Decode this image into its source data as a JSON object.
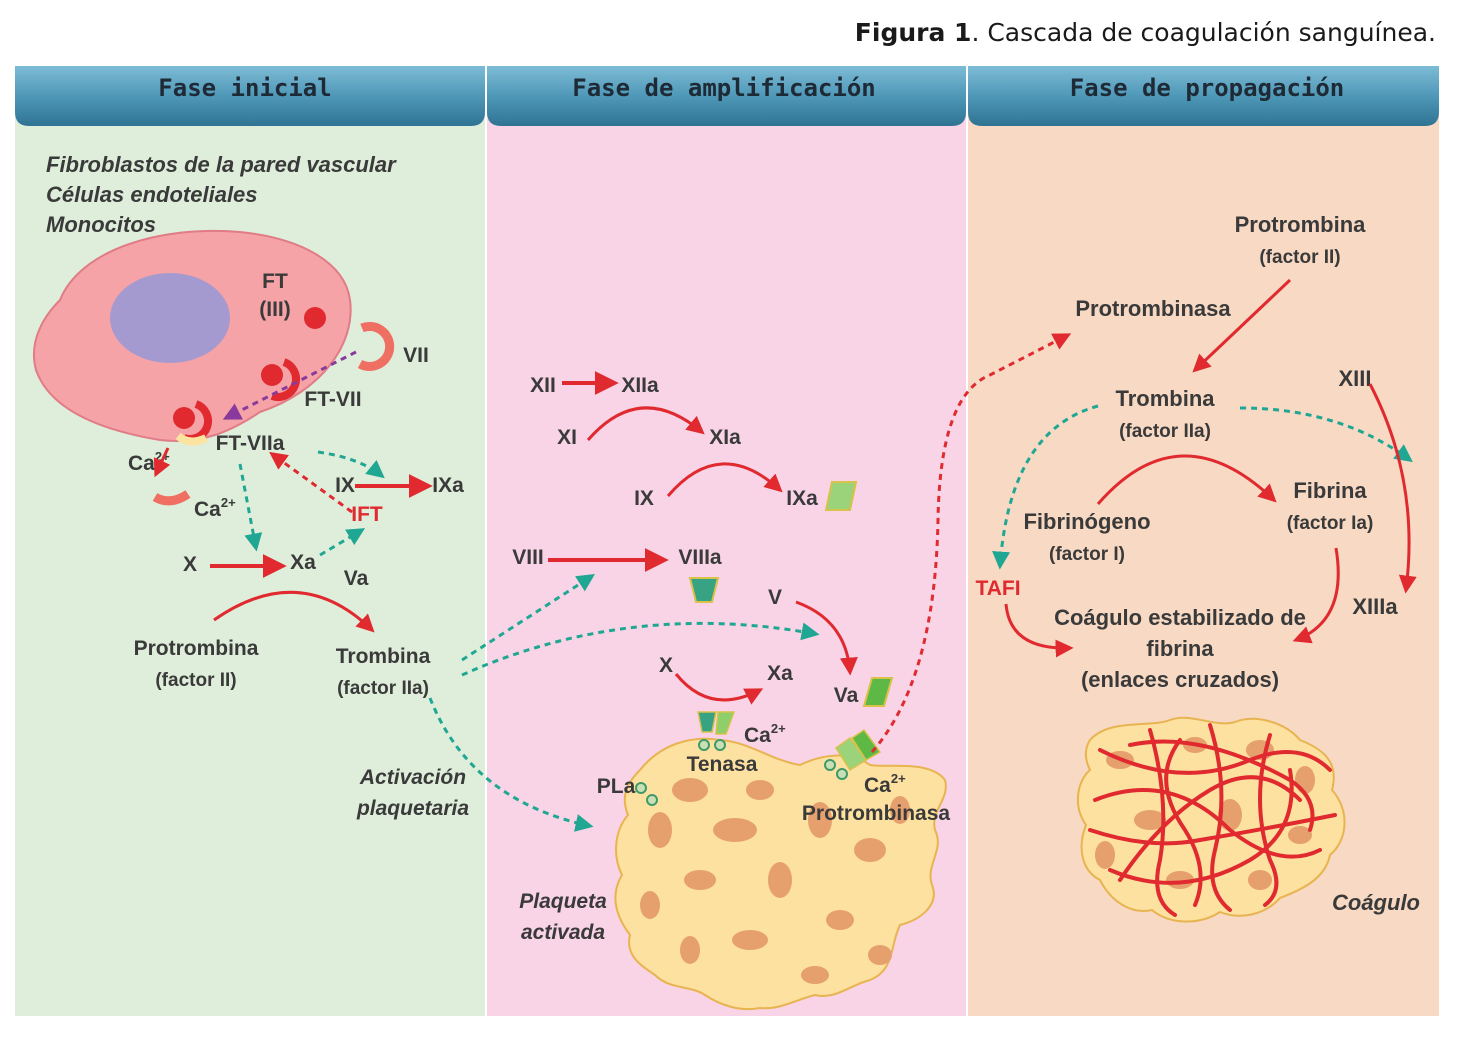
{
  "caption": {
    "bold": "Figura 1",
    "rest": ". Cascada de coagulación sanguínea."
  },
  "phases": {
    "initial": "Fase inicial",
    "amplification": "Fase de amplificación",
    "propagation": "Fase de propagación"
  },
  "colors": {
    "initial_bg": "#dfeedb",
    "amplification_bg": "#f8d4e6",
    "propagation_bg": "#f7d9c4",
    "header": "#4f98b8",
    "arrow_red": "#e02a2f",
    "arrow_teal": "#20a793",
    "arrow_purple": "#8a3a9c",
    "platelet": "#fde1a0"
  },
  "initial": {
    "cells_line1": "Fibroblastos de la pared vascular",
    "cells_line2": "Células endoteliales",
    "cells_line3": "Monocitos",
    "ft": "FT",
    "ft_iii": "(III)",
    "vii": "VII",
    "ft_vii": "FT-VII",
    "ft_viia": "FT-VIIa",
    "ca_base": "Ca",
    "ca_sup": "2+",
    "ix": "IX",
    "ixa": "IXa",
    "ift": "IFT",
    "x": "X",
    "xa": "Xa",
    "va": "Va",
    "protrombina": "Protrombina",
    "factor_ii": "(factor II)",
    "trombina": "Trombina",
    "factor_iia": "(factor IIa)",
    "activacion": "Activación",
    "plaquetaria": "plaquetaria"
  },
  "amplification": {
    "xii": "XII",
    "xiia": "XIIa",
    "xi": "XI",
    "xia": "XIa",
    "ix": "IX",
    "ixa": "IXa",
    "viii": "VIII",
    "viiia": "VIIIa",
    "v": "V",
    "x": "X",
    "xa": "Xa",
    "va": "Va",
    "ca_base": "Ca",
    "ca_sup": "2+",
    "tenasa": "Tenasa",
    "pla": "PLa",
    "protrombinasa": "Protrombinasa",
    "plaqueta": "Plaqueta",
    "activada": "activada"
  },
  "propagation": {
    "protrombina": "Protrombina",
    "factor_ii": "(factor II)",
    "protrombinasa": "Protrombinasa",
    "trombina": "Trombina",
    "factor_iia": "(factor IIa)",
    "xiii": "XIII",
    "xiiia": "XIIIa",
    "fibrina": "Fibrina",
    "factor_ia": "(factor Ia)",
    "fibrinogeno": "Fibrinógeno",
    "factor_i": "(factor I)",
    "tafi": "TAFI",
    "coagulo_line1": "Coágulo estabilizado de",
    "coagulo_line2": "fibrina",
    "coagulo_line3": "(enlaces cruzados)",
    "coagulo": "Coágulo"
  }
}
